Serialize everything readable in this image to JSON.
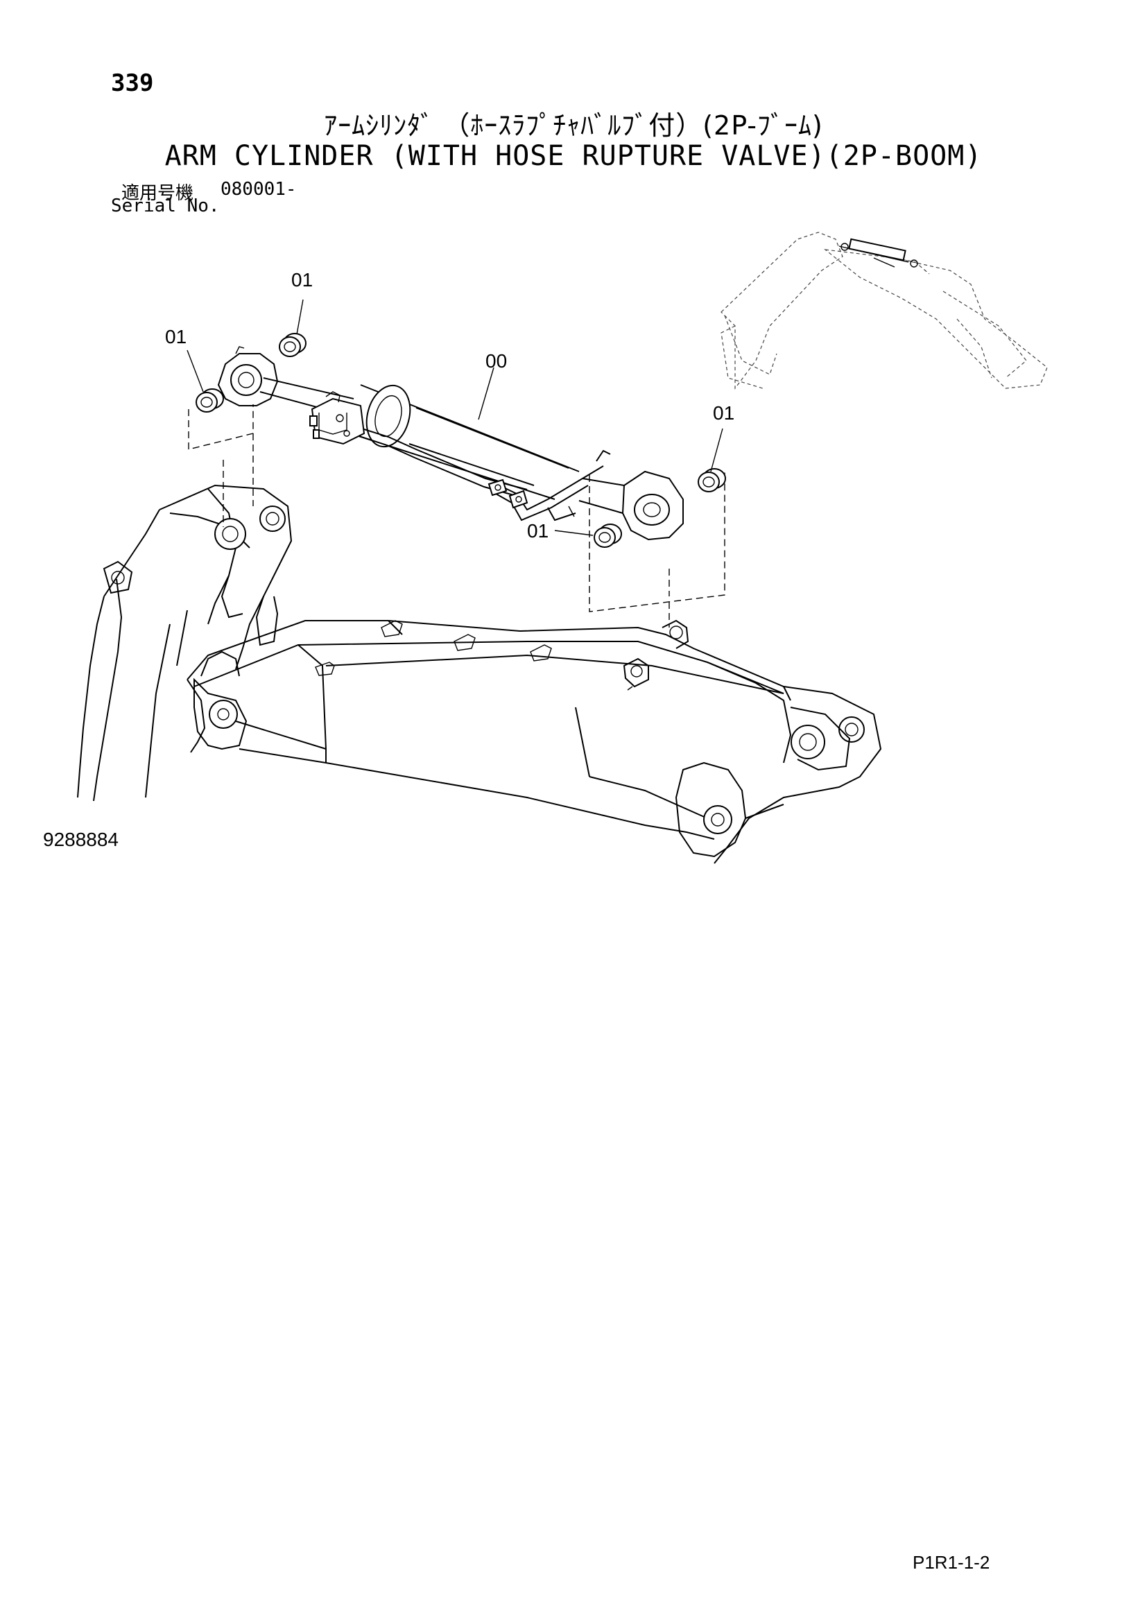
{
  "page_number": "339",
  "title_jp": "ｱｰﾑｼﾘﾝﾀﾞ （ﾎｰｽﾗﾌﾟﾁｬﾊﾞﾙﾌﾞ付）(2P-ﾌﾞｰﾑ)",
  "title_en": "ARM CYLINDER (WITH HOSE RUPTURE VALVE)(2P-BOOM)",
  "serial": {
    "label_jp": "適用号機",
    "value": "080001-",
    "label_en": "Serial No."
  },
  "callouts": [
    {
      "id": "c1",
      "text": "01"
    },
    {
      "id": "c2",
      "text": "01"
    },
    {
      "id": "c3",
      "text": "00"
    },
    {
      "id": "c4",
      "text": "01"
    },
    {
      "id": "c5",
      "text": "01"
    }
  ],
  "figure_number": "9288884",
  "page_code": "P1R1-1-2"
}
